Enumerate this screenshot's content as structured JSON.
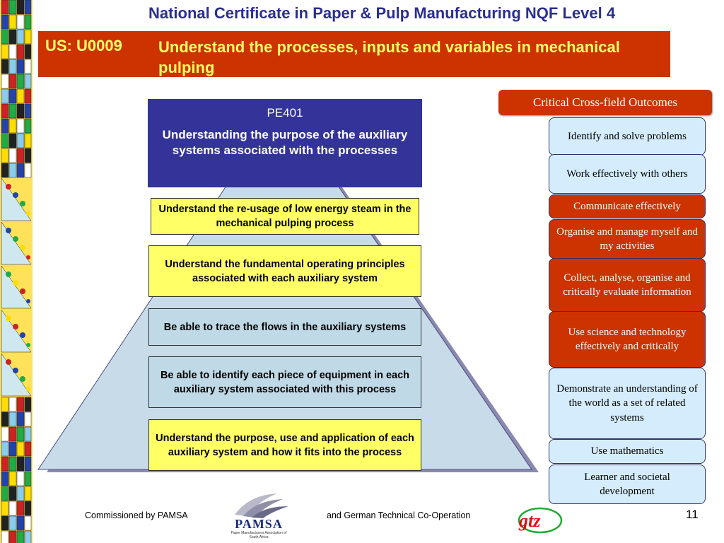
{
  "header": {
    "title": "National Certificate in Paper & Pulp Manufacturing NQF Level 4"
  },
  "unit_standard": {
    "code": "US: U0009",
    "title": "Understand the processes, inputs and variables in mechanical pulping"
  },
  "pyramid": {
    "top": {
      "code": "PE401",
      "text": "Understanding the purpose of  the auxiliary systems associated with the processes"
    },
    "objectives": [
      "Understand the re-usage of low energy steam in the mechanical pulping process",
      "Understand the fundamental operating principles associated with each auxiliary system",
      "Be able to trace the flows in the auxiliary systems",
      "Be able to identify each piece of equipment in each auxiliary system associated with this process",
      "Understand the purpose, use and application of each auxiliary system and how it fits into the process"
    ]
  },
  "outcomes": {
    "header": "Critical Cross-field Outcomes",
    "items": [
      "Identify and solve problems",
      "Work effectively with others",
      "Communicate effectively",
      "Organise and manage myself  and my activities",
      "Collect, analyse, organise and critically evaluate information",
      "Use science and technology effectively and critically",
      "Demonstrate an understanding of  the world as a set of  related systems",
      "Use mathematics",
      "Learner and societal development"
    ]
  },
  "footer": {
    "commissioned": "Commissioned by PAMSA",
    "partner": "and German Technical Co-Operation",
    "page": "11",
    "pamsa_logo": "PAMSA",
    "pamsa_subtitle": "Paper Manufacturers Association of South Africa",
    "gtz_logo": "gtz"
  },
  "colors": {
    "title": "#2b2f8f",
    "banner": "#cc3300",
    "banner_text": "#ffff66",
    "pe_box": "#333399",
    "objective_yellow": "#ffff66",
    "objective_blue": "#c0d9e6",
    "outcome_light": "#d4ecfb",
    "outcome_red": "#cc3300"
  }
}
